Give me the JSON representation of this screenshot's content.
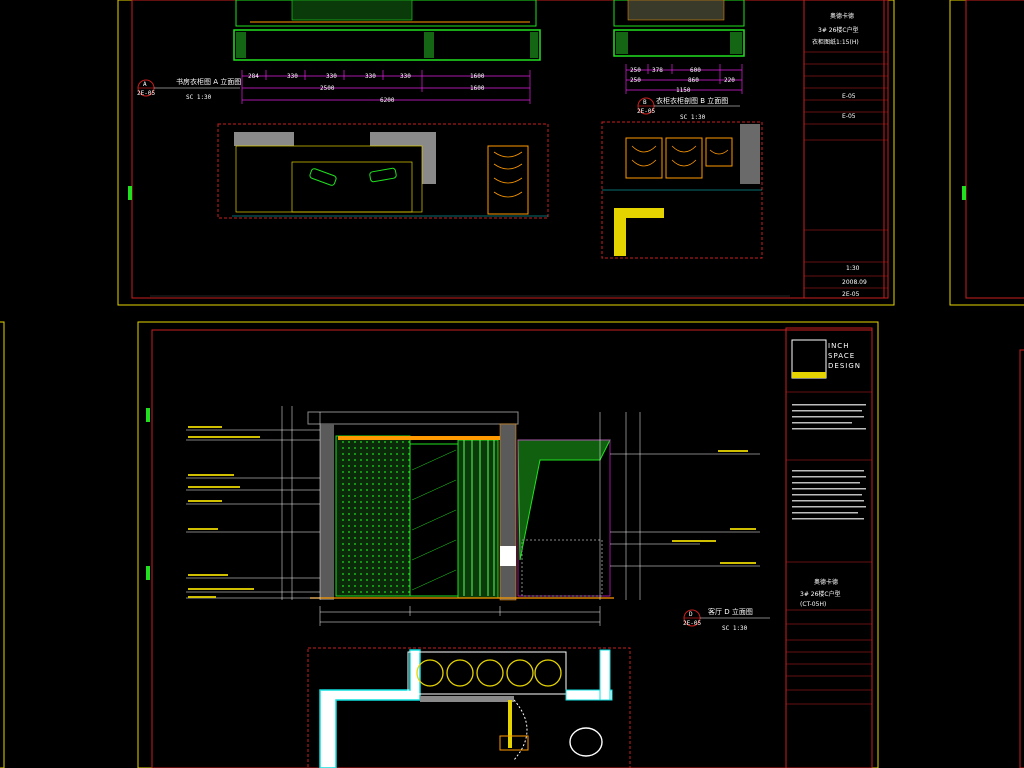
{
  "sheet_top": {
    "view_a_title": "书房衣柜图 A 立面图",
    "view_a_tag": "A",
    "view_a_ref": "2E-05",
    "view_a_scale": "SC 1:30",
    "view_b_title": "衣柜衣柜剖图 B 立面图",
    "view_b_tag": "B",
    "view_b_ref": "2E-05",
    "view_b_scale": "SC 1:30",
    "dims_a": [
      "284",
      "330",
      "330",
      "330",
      "330",
      "1600",
      "2500",
      "1600",
      "6200"
    ],
    "dims_b": [
      "250",
      "378",
      "600",
      "250",
      "860",
      "220",
      "1150"
    ],
    "titleblock": {
      "project": "奥德卡德",
      "drawing": "3# 26楼C户型",
      "scale_line": "衣柜图纸1:15(H)",
      "code1": "E-05",
      "code2": "E-05",
      "scale": "1:30",
      "date": "2008.09",
      "sheet": "2E-05"
    }
  },
  "sheet_bottom": {
    "brand_line1": "INCH",
    "brand_line2": "SPACE",
    "brand_line3": "DESIGN",
    "view_d_title": "客厅 D 立面图",
    "view_d_tag": "D",
    "view_d_ref": "2E-05",
    "view_d_scale": "SC 1:30",
    "titleblock": {
      "project": "奥德卡德",
      "drawing": "3# 26楼C户型",
      "scale_line": "(CT-05H)"
    }
  },
  "colors": {
    "frame_red": "#c82020",
    "frame_yellow": "#e6d400",
    "line_cyan": "#10e0e0",
    "line_green": "#20e020",
    "line_magenta": "#e020e0",
    "wall_gray": "#8a8a8a",
    "accent_orange": "#ff9a00"
  }
}
